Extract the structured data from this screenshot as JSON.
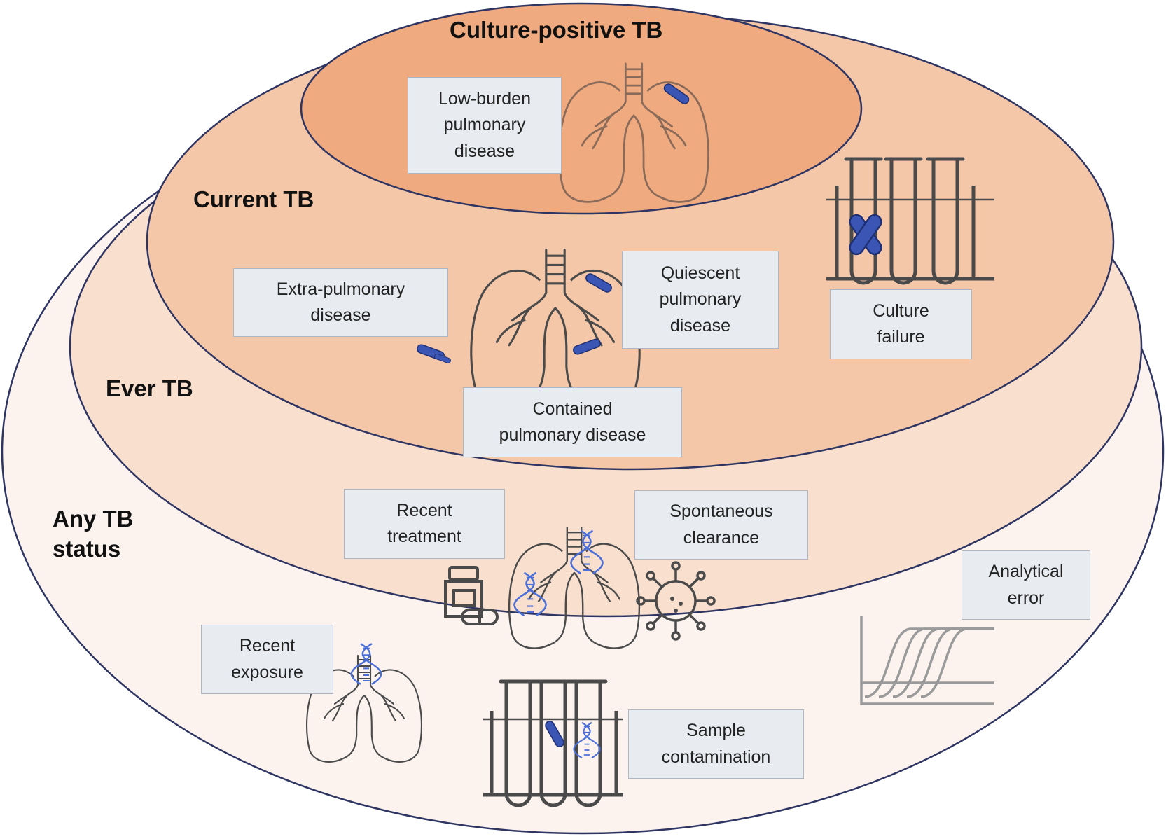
{
  "rings": {
    "culture_positive": "Culture-positive TB",
    "current": "Current TB",
    "ever": "Ever TB",
    "any": "Any TB\nstatus"
  },
  "boxes": {
    "low_burden": "Low-burden\npulmonary\ndisease",
    "extra_pulmonary": "Extra-pulmonary\ndisease",
    "quiescent": "Quiescent\npulmonary\ndisease",
    "culture_failure": "Culture\nfailure",
    "contained": "Contained\npulmonary disease",
    "recent_treatment": "Recent\ntreatment",
    "spontaneous_clearance": "Spontaneous\nclearance",
    "analytical_error": "Analytical\nerror",
    "recent_exposure": "Recent\nexposure",
    "sample_contamination": "Sample\ncontamination"
  },
  "colors": {
    "ring_any": "#fcf3ee",
    "ring_ever": "#f9dfcd",
    "ring_current": "#f4c7a8",
    "ring_culture": "#efaa7f",
    "outline": "#2e3563",
    "bacillus": "#3a55b4",
    "dna": "#4a6fd8",
    "icon_stroke": "#4a4a4a",
    "lung_stroke": "#8a6a58",
    "curve_stroke": "#9a9a9a"
  }
}
